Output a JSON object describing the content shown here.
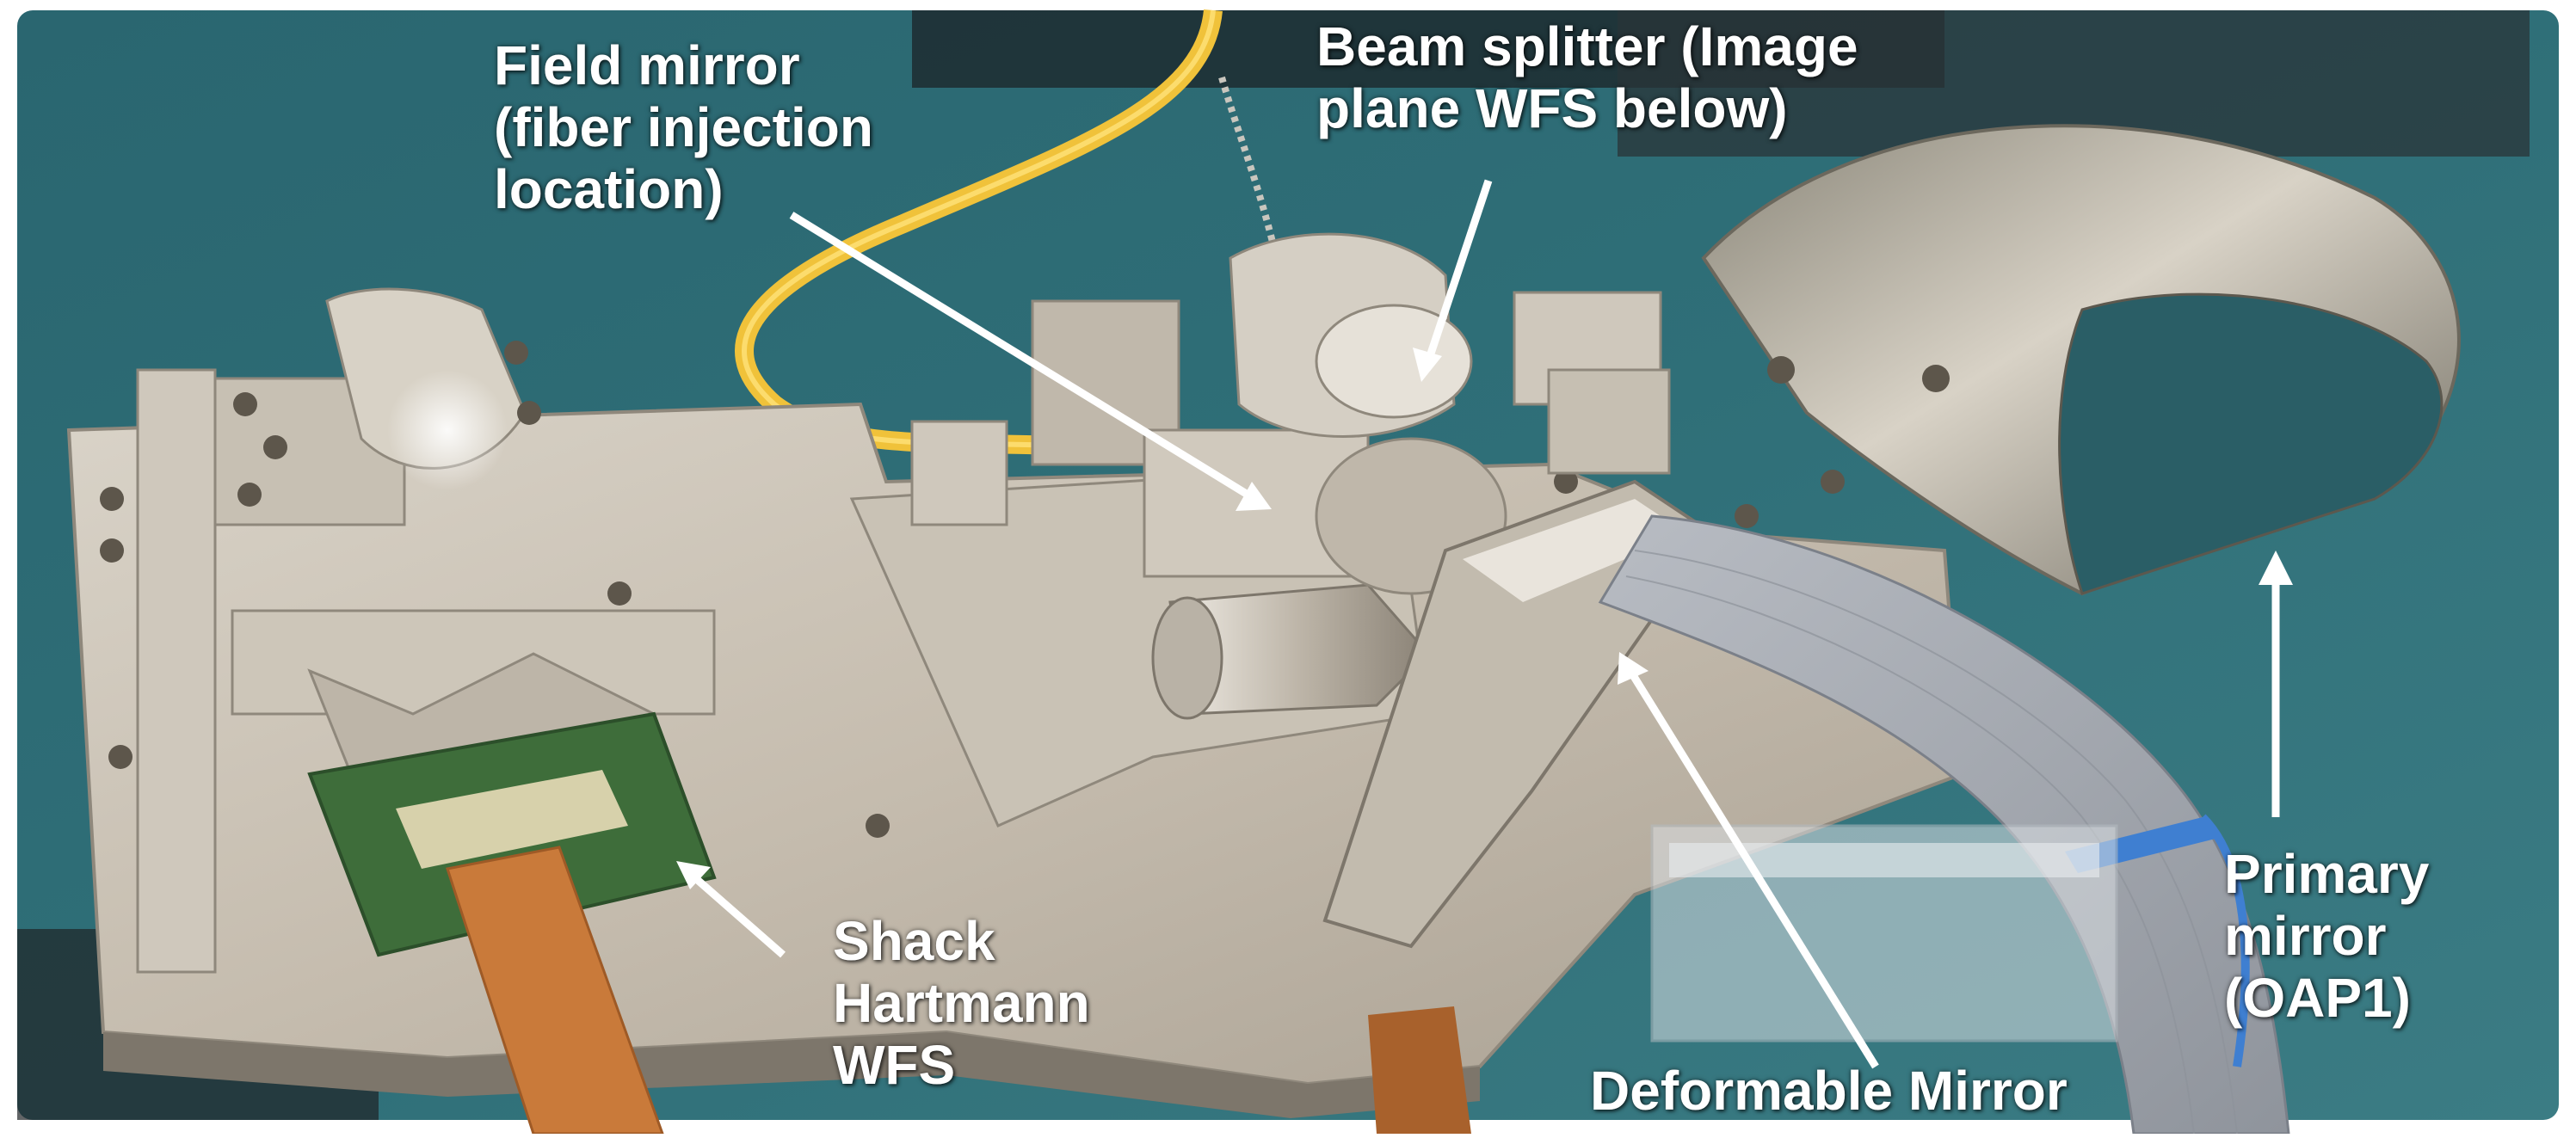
{
  "colors": {
    "table": "#2f6f78",
    "table_dark": "#244f57",
    "aluminum_light": "#d7d3cb",
    "aluminum_mid": "#b9b2a6",
    "aluminum_dark": "#8f887c",
    "brass": "#b48a4a",
    "fiber": "#f0c23a",
    "ribbon": "#a9aeb6",
    "kapton": "#c97a3a",
    "pcb": "#3e6d3a",
    "label": "#ffffff",
    "zip_tie": "#3f7fd1"
  },
  "annotations": [
    {
      "id": "field-mirror",
      "text": "Field mirror\n(fiber injection\nlocation)"
    },
    {
      "id": "beam-splitter",
      "text": "Beam splitter (Image\nplane WFS below)"
    },
    {
      "id": "shack-hartmann",
      "text": "Shack\nHartmann\nWFS"
    },
    {
      "id": "deformable-mirror",
      "text": "Deformable Mirror"
    },
    {
      "id": "primary-mirror",
      "text": "Primary\nmirror\n(OAP1)"
    }
  ]
}
